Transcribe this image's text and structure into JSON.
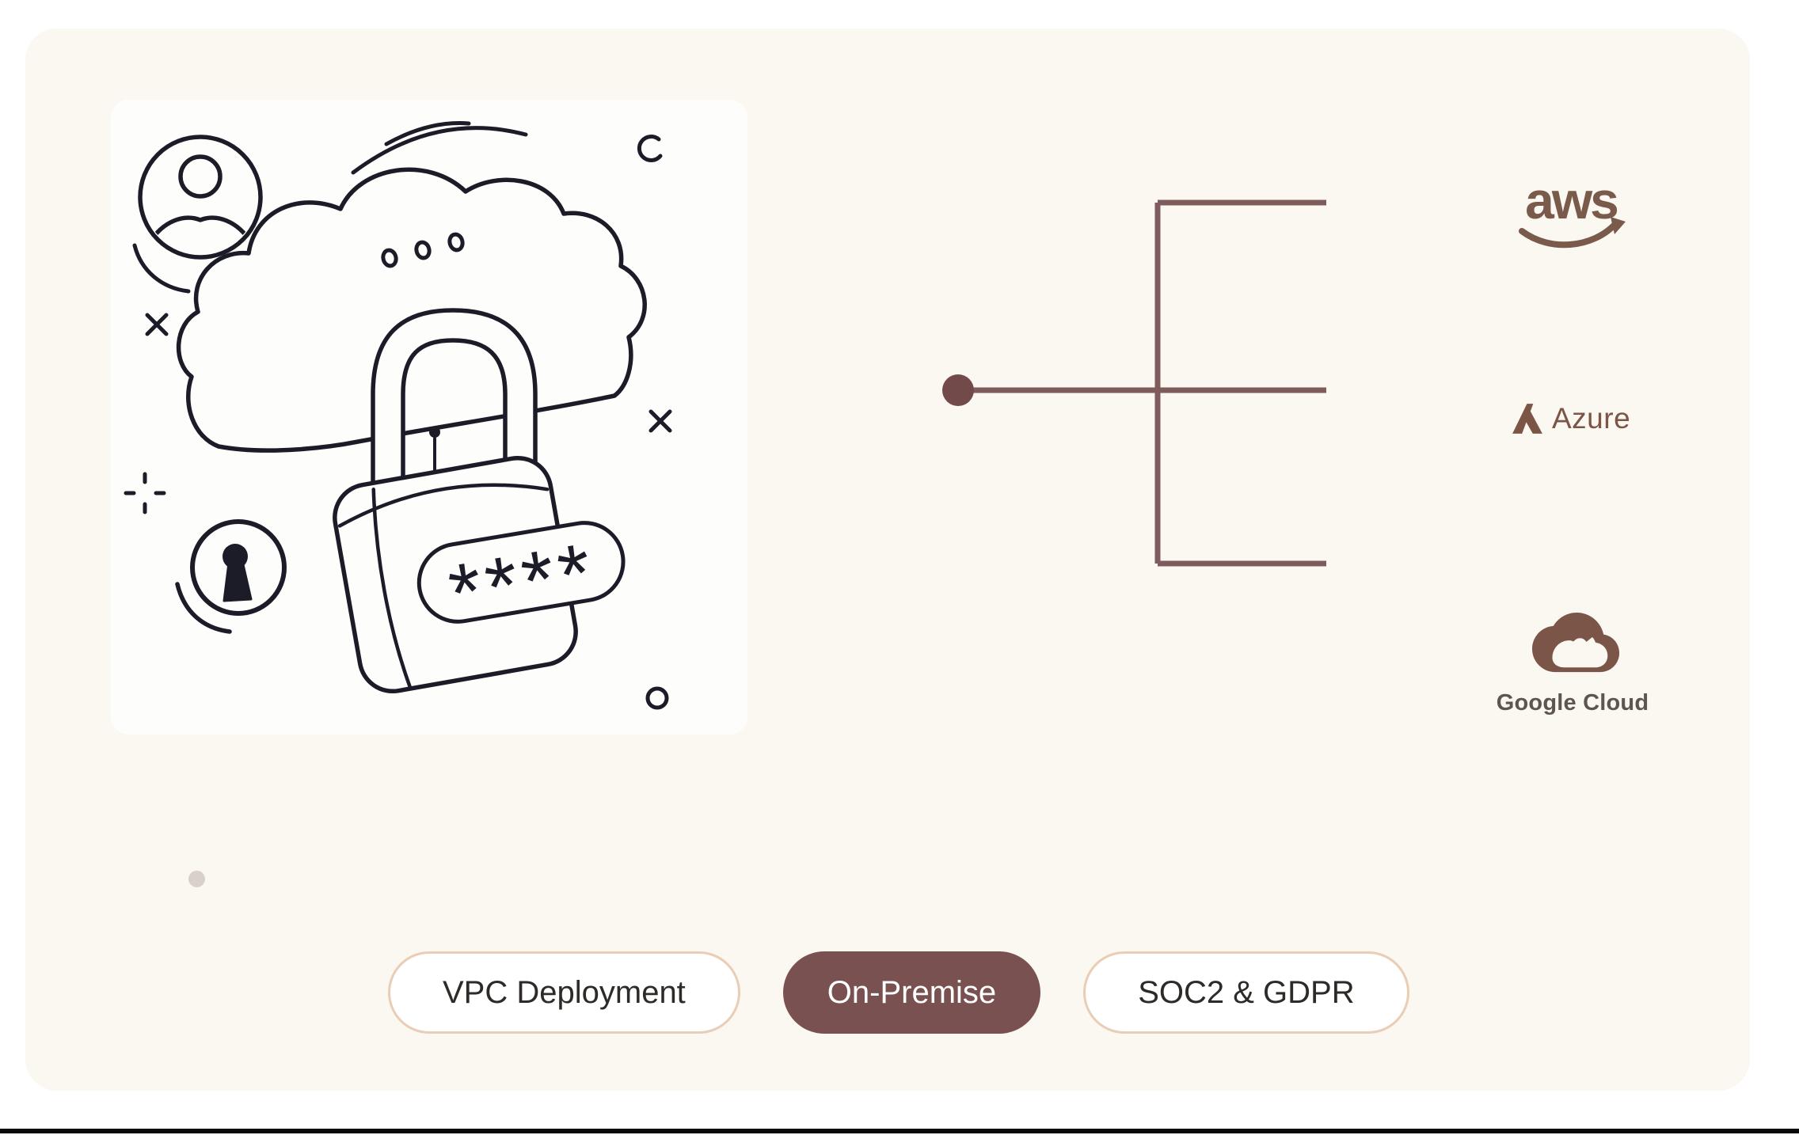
{
  "theme": {
    "page_bg": "#ffffff",
    "panel_bg": "#fbf7f1",
    "card_bg": "#fdfdfc",
    "illustration_ink": "#1c1c29",
    "connector_line": "#7e5c5c",
    "connector_dot": "#734a4a",
    "pill_active_bg": "#7a5151",
    "pill_active_text": "#ffffff",
    "pill_bg": "#ffffff",
    "pill_border": "#e9cdb5",
    "pill_text": "#2d2a27",
    "aws_brown": "#7a5a4b",
    "azure_brown": "#7b5546",
    "gcloud_brown": "#7a5548",
    "gcloud_text": "#5e5550",
    "bottom_bar": "#0a0a0a",
    "faint_dot": "#d9d0cc"
  },
  "illustration": {
    "description": "hand-drawn cloud with padlock, password field, user avatar and keyhole",
    "password_mask": "****"
  },
  "providers": [
    {
      "id": "aws",
      "label": "aws"
    },
    {
      "id": "azure",
      "label": "Azure"
    },
    {
      "id": "google-cloud",
      "label": "Google Cloud"
    }
  ],
  "deployment_tags": [
    {
      "label": "VPC Deployment",
      "active": false
    },
    {
      "label": "On-Premise",
      "active": true
    },
    {
      "label": "SOC2 & GDPR",
      "active": false
    }
  ]
}
